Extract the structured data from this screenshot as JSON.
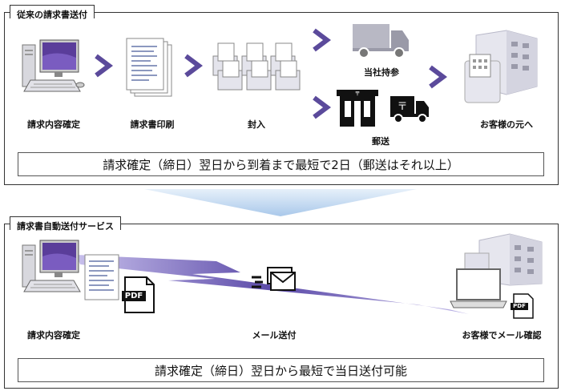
{
  "traditional": {
    "title": "従来の請求書送付",
    "steps": {
      "confirm": "請求内容確定",
      "print": "請求書印刷",
      "seal": "封入",
      "self_delivery": "当社持参",
      "mail": "郵送",
      "customer": "お客様の元へ"
    },
    "summary": "請求確定（締日）翌日から到着まで最短で2日（郵送はそれ以上）"
  },
  "automatic": {
    "title": "請求書自動送付サービス",
    "steps": {
      "confirm": "請求内容確定",
      "email_send": "メール送付",
      "customer_check": "お客様でメール確認"
    },
    "pdf_badge": "PDF",
    "summary": "請求確定（締日）翌日から最短で当日送付可能"
  },
  "colors": {
    "arrow": "#5b4a9b",
    "band": "#5b4aa8",
    "transition": "#b9d3ee",
    "building": "#e8e8f0"
  },
  "icons": {
    "computer": "computer-icon",
    "documents": "document-stack-icon",
    "envelopes": "envelope-stack-icon",
    "truck": "truck-icon",
    "post_office": "post-office-icon",
    "building": "building-icon",
    "pdf": "pdf-file-icon",
    "email": "email-icon",
    "laptop": "laptop-icon"
  }
}
